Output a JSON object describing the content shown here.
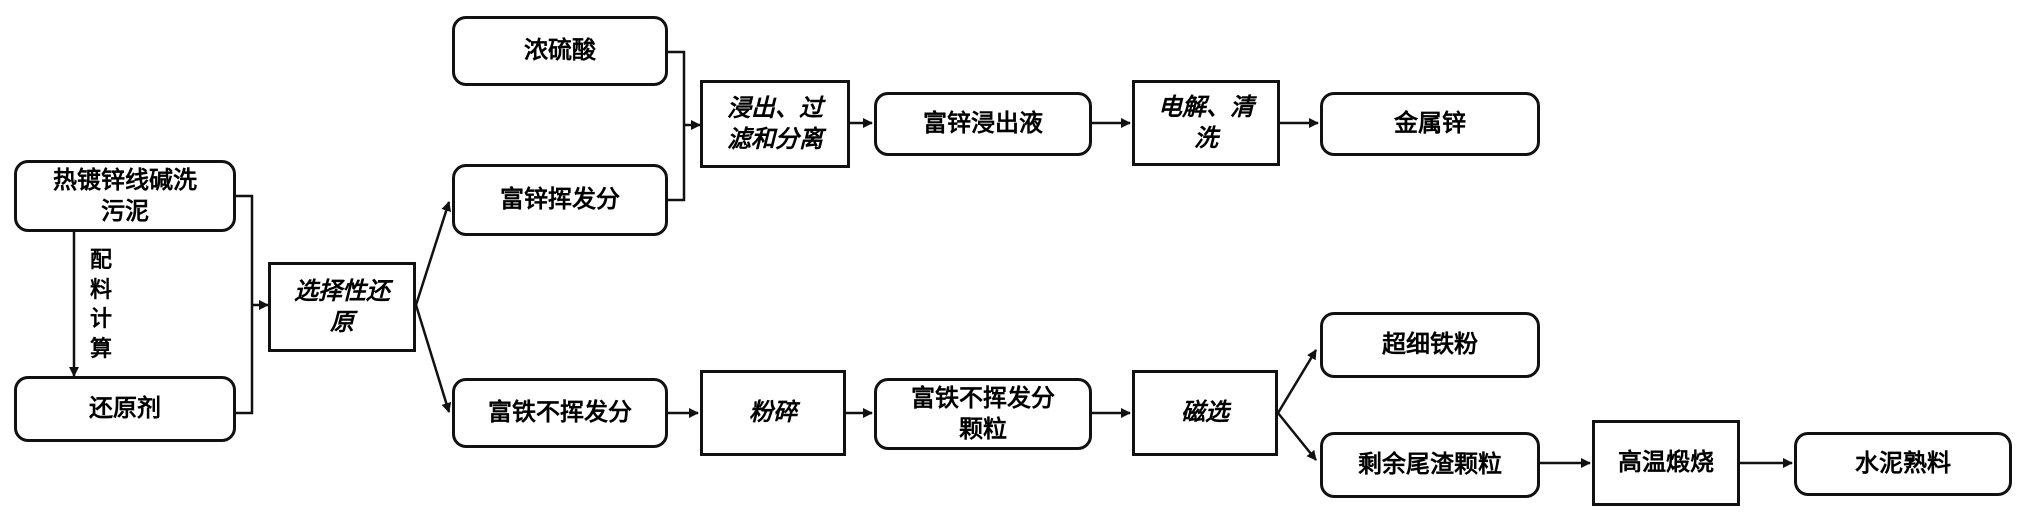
{
  "nodes": {
    "sludge": "热镀锌线碱洗\n污泥",
    "reducer": "还原剂",
    "reduction": "选择性还\n原",
    "acid": "浓硫酸",
    "zinc_volatile": "富锌挥发分",
    "iron_nonvolatile": "富铁不挥发分",
    "leach": "浸出、过\n滤和分离",
    "zinc_liquor": "富锌浸出液",
    "electrolysis": "电解、清\n洗",
    "metal_zinc": "金属锌",
    "crush": "粉碎",
    "iron_particles": "富铁不挥发分\n颗粒",
    "magnetic": "磁选",
    "iron_powder": "超细铁粉",
    "residue": "剩余尾渣颗粒",
    "calcine": "高温煅烧",
    "clinker": "水泥熟料"
  },
  "annotation": "配\n料\n计\n算"
}
